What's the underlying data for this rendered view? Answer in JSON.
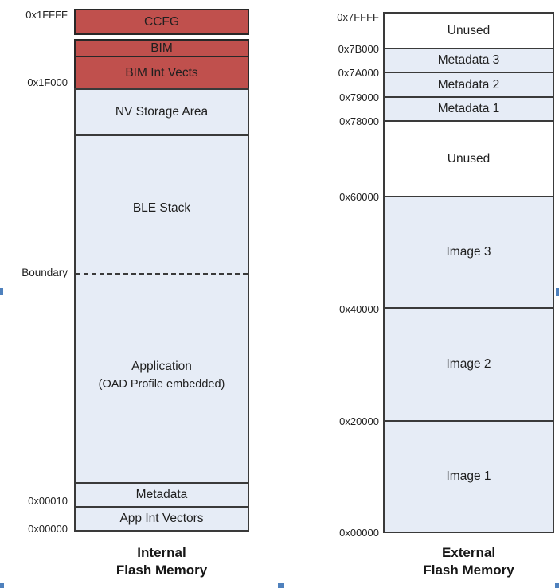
{
  "diagram": {
    "internal": {
      "caption": [
        "Internal",
        "Flash Memory"
      ],
      "boundary_label": "Boundary",
      "addresses": {
        "top": "0x1FFFF",
        "bim_vects": "0x1F000",
        "metadata": "0x00010",
        "bottom": "0x00000"
      },
      "blocks": {
        "ccfg": "CCFG",
        "bim": "BIM",
        "bim_int_vects": "BIM Int Vects",
        "nv_storage": "NV Storage Area",
        "ble_stack": "BLE Stack",
        "application": "Application",
        "application_sub": "(OAD Profile embedded)",
        "metadata": "Metadata",
        "app_int_vectors": "App Int Vectors"
      }
    },
    "external": {
      "caption": [
        "External",
        "Flash Memory"
      ],
      "addresses": [
        "0x7FFFF",
        "0x7B000",
        "0x7A000",
        "0x79000",
        "0x78000",
        "0x60000",
        "0x40000",
        "0x20000",
        "0x00000"
      ],
      "blocks": {
        "unused_top": "Unused",
        "metadata3": "Metadata 3",
        "metadata2": "Metadata 2",
        "metadata1": "Metadata 1",
        "unused_mid": "Unused",
        "image3": "Image 3",
        "image2": "Image 2",
        "image1": "Image 1"
      }
    },
    "colors": {
      "red_fill": "#C0504D",
      "blue_fill": "#E6ECF6",
      "border": "#3A3A3A",
      "handle_blue": "#4F81BD"
    }
  }
}
